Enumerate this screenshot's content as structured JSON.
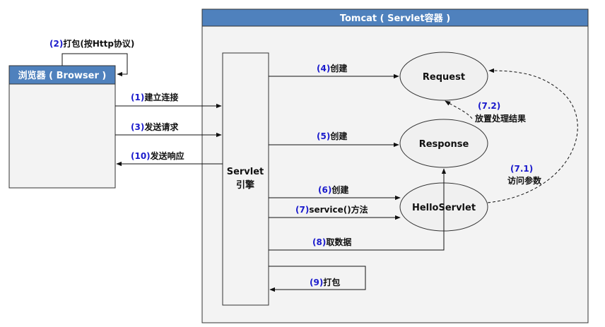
{
  "tomcat": {
    "title": "Tomcat ( Servlet容器 )"
  },
  "browser": {
    "title": "浏览器 ( Browser )"
  },
  "engine": {
    "line1": "Servlet",
    "line2": "引擎"
  },
  "nodes": {
    "request": "Request",
    "response": "Response",
    "helloservlet": "HelloServlet"
  },
  "steps": {
    "s2": {
      "num": "(2)",
      "text": "打包(按Http协议)"
    },
    "s1": {
      "num": "(1)",
      "text": "建立连接"
    },
    "s3": {
      "num": "(3)",
      "text": "发送请求"
    },
    "s10": {
      "num": "(10)",
      "text": "发送响应"
    },
    "s4": {
      "num": "(4)",
      "text": "创建"
    },
    "s5": {
      "num": "(5)",
      "text": "创建"
    },
    "s6": {
      "num": "(6)",
      "text": "创建"
    },
    "s7": {
      "num": "(7)",
      "text": "service()方法"
    },
    "s8": {
      "num": "(8)",
      "text": "取数据"
    },
    "s9": {
      "num": "(9)",
      "text": "打包"
    },
    "s72": {
      "num": "(7.2)",
      "text": "放置处理结果"
    },
    "s71": {
      "num": "(7.1)",
      "text": "访问参数"
    }
  },
  "colors": {
    "header": "#4f81bd",
    "box_fill": "#f3f3f3",
    "ellipse_fill": "#f0f0f0",
    "step_number": "#1a1acc"
  }
}
